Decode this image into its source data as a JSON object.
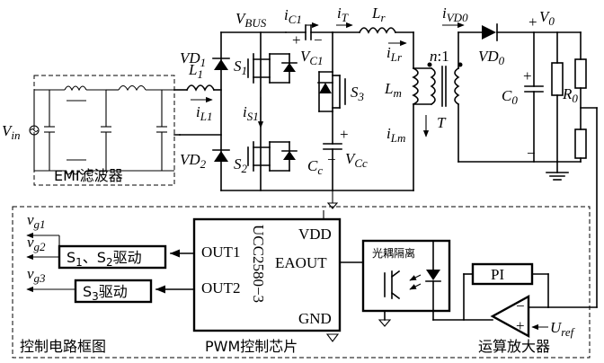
{
  "labels": {
    "vbus": "V",
    "vbus_sub": "BUS",
    "ic1": "i",
    "ic1_sub": "C1",
    "it": "i",
    "it_sub": "T",
    "lr": "L",
    "lr_sub": "r",
    "ivd0": "i",
    "ivd0_sub": "VD0",
    "v0": "V",
    "v0_sub": "0",
    "plus_v0": "+",
    "ilr": "i",
    "ilr_sub": "Lr",
    "n_ratio": "n",
    "ratio_rest": ":1",
    "vd0": "VD",
    "vd0_sub": "0",
    "vd1": "VD",
    "vd1_sub": "1",
    "s1": "S",
    "s1_sub": "1",
    "vc1": "V",
    "vc1_sub": "C1",
    "l1": "L",
    "l1_sub": "1",
    "lm": "L",
    "lm_sub": "m",
    "c0": "C",
    "c0_sub": "0",
    "r0": "R",
    "r0_sub": "0",
    "vin": "V",
    "vin_sub": "in",
    "il1": "i",
    "il1_sub": "L1",
    "is1": "i",
    "is1_sub": "S1",
    "s3": "S",
    "s3_sub": "3",
    "t": "T",
    "ilm": "i",
    "ilm_sub": "Lm",
    "vd2": "VD",
    "vd2_sub": "2",
    "s2": "S",
    "s2_sub": "2",
    "cc": "C",
    "cc_sub": "c",
    "vcc": "V",
    "vcc_sub": "Cc",
    "emi": "EMI滤波器",
    "plus_c1": "+",
    "minus_c1": "−",
    "plus_cc": "+",
    "minus_cc": "−",
    "plus_c0": "+",
    "minus_c0": "−"
  },
  "control": {
    "vg1": "v",
    "vg1_sub": "g1",
    "vg2": "v",
    "vg2_sub": "g2",
    "vg3": "v",
    "vg3_sub": "g3",
    "drive12": "S",
    "drive12_sub1": "1",
    "drive12_mid": "、S",
    "drive12_sub2": "2",
    "drive12_tail": "驱动",
    "drive3": "S",
    "drive3_sub": "3",
    "drive3_tail": "驱动",
    "out1": "OUT1",
    "out2": "OUT2",
    "vdd": "VDD",
    "eaout": "EAOUT",
    "gnd": "GND",
    "chip": "UCC2580−3",
    "chip_caption": "PWM控制芯片",
    "opto": "光耦隔离",
    "pi": "PI",
    "uref": "U",
    "uref_sub": "ref",
    "opamp_minus": "−",
    "opamp_plus": "+",
    "opamp_caption": "运算放大器",
    "frame_caption": "控制电路框图"
  }
}
